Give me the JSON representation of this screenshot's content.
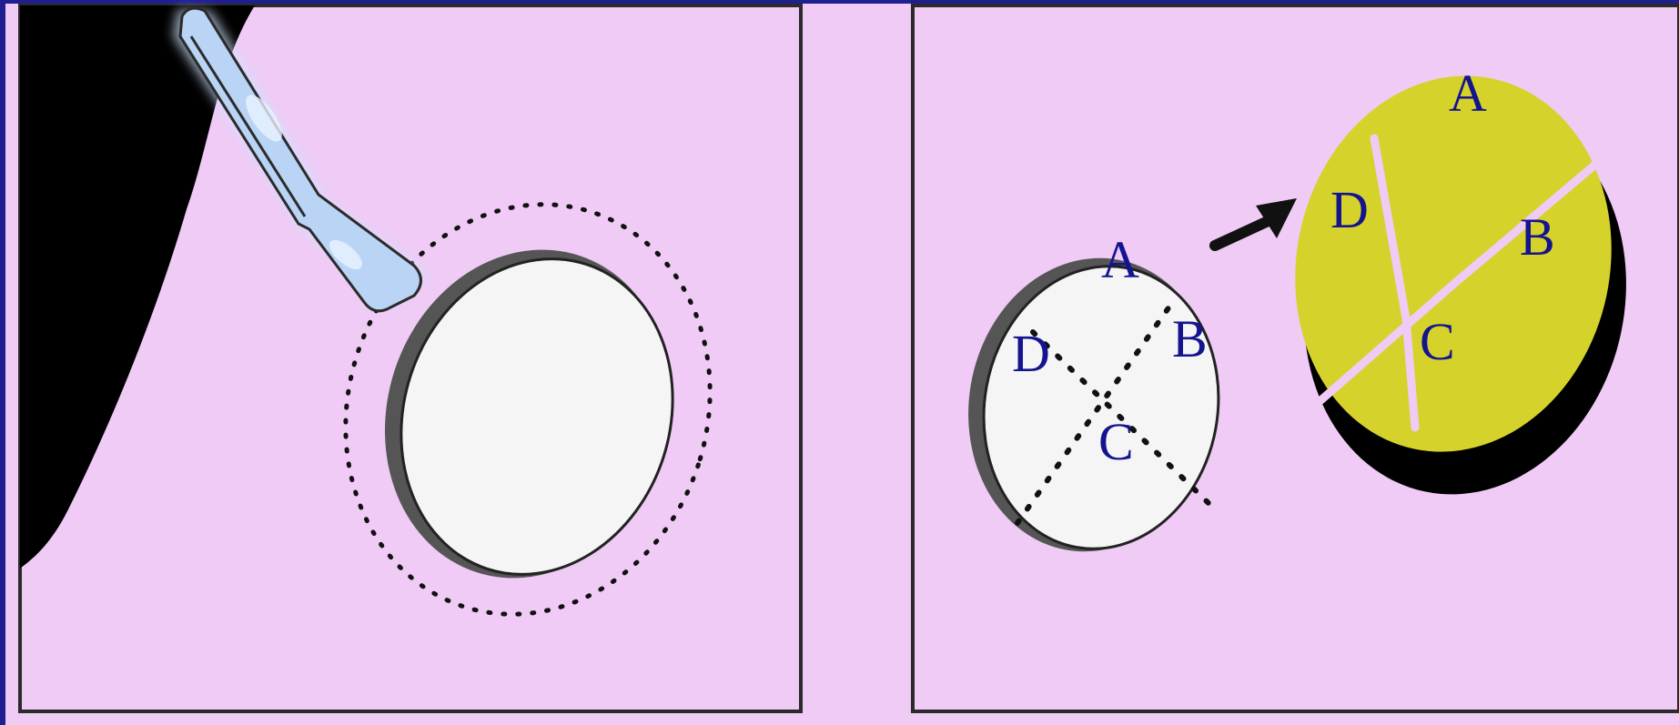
{
  "colors": {
    "frame": "#1f1f8f",
    "background": "#efcbf5",
    "line": "#1a1a1a",
    "disc_fill": "#f5f5f5",
    "cut_disc_fill": "#d6d22c",
    "label": "#14148f",
    "dropper_highlight": "#cfe4ff"
  },
  "left_panel": {
    "elements": [
      "pipette-dropper",
      "paper-disc",
      "dotted-outline"
    ]
  },
  "right_panel": {
    "disc_labels": {
      "a": "A",
      "b": "B",
      "c": "C",
      "d": "D"
    },
    "cut_disc_labels": {
      "a": "A",
      "b": "B",
      "c": "C",
      "d": "D"
    }
  }
}
